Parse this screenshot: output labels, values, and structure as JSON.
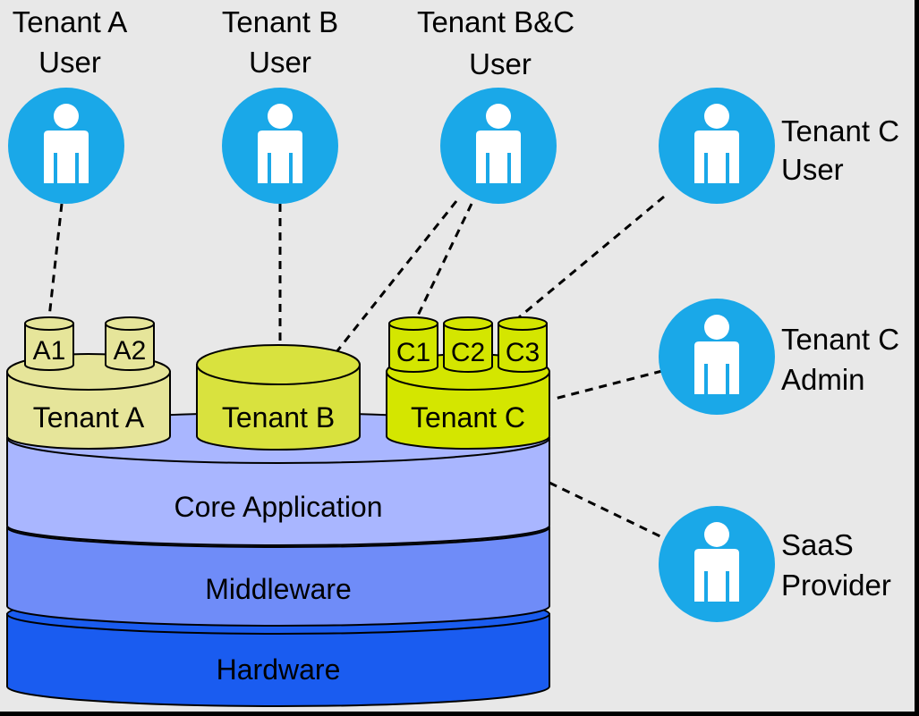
{
  "users": [
    {
      "line1": "Tenant A",
      "line2": "User"
    },
    {
      "line1": "Tenant B",
      "line2": "User"
    },
    {
      "line1": "Tenant B&C",
      "line2": "User"
    },
    {
      "line1": "Tenant C",
      "line2": "User"
    },
    {
      "line1": "Tenant C",
      "line2": "Admin"
    },
    {
      "line1": "SaaS",
      "line2": "Provider"
    }
  ],
  "tenants": {
    "a": {
      "label": "Tenant A",
      "dbs": [
        "A1",
        "A2"
      ]
    },
    "b": {
      "label": "Tenant B"
    },
    "c": {
      "label": "Tenant C",
      "dbs": [
        "C1",
        "C2",
        "C3"
      ]
    }
  },
  "layers": {
    "core": "Core Application",
    "middleware": "Middleware",
    "hardware": "Hardware"
  },
  "colors": {
    "background": "#e8e8e8",
    "user_circle": "#1aa8e8",
    "tenant_a": "#e6e59a",
    "tenant_b": "#d9e23e",
    "tenant_c": "#d4e600",
    "core": "#a9b6ff",
    "middleware": "#6f8cf8",
    "hardware": "#1a5cf0"
  }
}
